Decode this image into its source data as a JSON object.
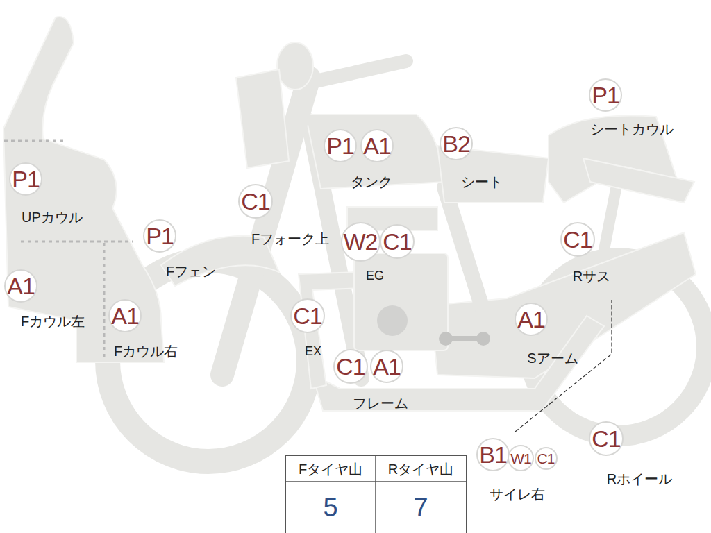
{
  "diagram": {
    "nodes": [
      {
        "text": [
          "P1"
        ]
      },
      {
        "text": [
          "P1"
        ]
      },
      {
        "text": [
          "A1"
        ]
      },
      {
        "text": [
          "B2"
        ]
      },
      {
        "text": [
          "P1"
        ]
      },
      {
        "text": [
          "C1"
        ]
      },
      {
        "text": [
          "P1"
        ]
      },
      {
        "text": [
          "W2"
        ]
      },
      {
        "text": [
          "C1"
        ]
      },
      {
        "text": [
          "C1"
        ]
      },
      {
        "text": [
          "A1"
        ]
      },
      {
        "text": [
          "A1"
        ]
      },
      {
        "text": [
          "C1"
        ]
      },
      {
        "text": [
          "A1"
        ]
      },
      {
        "text": [
          "C1"
        ]
      },
      {
        "text": [
          "A1"
        ]
      },
      {
        "text": [
          "C1"
        ]
      },
      {
        "text": [
          "B1"
        ]
      },
      {
        "text": [
          "W1"
        ]
      },
      {
        "text": [
          "C1"
        ]
      }
    ],
    "labels": [
      "シートカウル",
      "タンク",
      "シート",
      "UPカウル",
      "Fフォーク上",
      "Fフェン",
      "EG",
      "Rサス",
      "Fカウル左",
      "Fカウル右",
      "EX",
      "Sアーム",
      "フレーム",
      "Rホイール",
      "サイレ右",
      "Fタイヤ山",
      "Rタイヤ山",
      "5",
      "7"
    ]
  }
}
